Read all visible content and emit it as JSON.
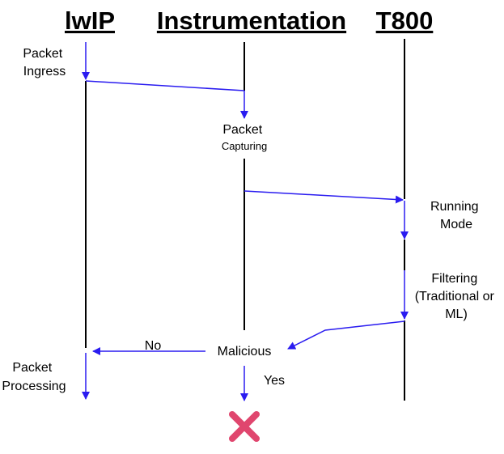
{
  "lanes": {
    "lwip": "lwIP",
    "instrumentation": "Instrumentation",
    "t800": "T800"
  },
  "steps": {
    "packet_ingress": [
      "Packet",
      "Ingress"
    ],
    "packet_capturing": [
      "Packet",
      "Capturing"
    ],
    "running_mode": [
      "Running",
      "Mode"
    ],
    "filtering": [
      "Filtering",
      "(Traditional or",
      "ML)"
    ],
    "malicious": "Malicious",
    "no": "No",
    "yes": "Yes",
    "packet_processing": [
      "Packet",
      "Processing"
    ]
  },
  "colors": {
    "lifeline": "#000000",
    "flow": "#2a1cf0",
    "drop_mark": "#e0466e"
  },
  "icons": {
    "drop": "x-mark-icon"
  }
}
